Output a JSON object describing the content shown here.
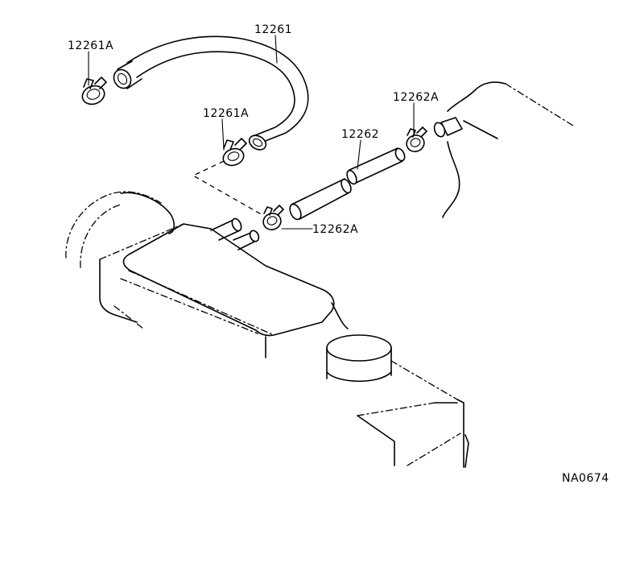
{
  "labels": {
    "hose_upper": "12261",
    "clamp_upper_left": "12261A",
    "clamp_upper_mid": "12261A",
    "hose_lower": "12262",
    "clamp_lower_right": "12262A",
    "clamp_lower_left": "12262A",
    "figure_code": "NA0674"
  }
}
